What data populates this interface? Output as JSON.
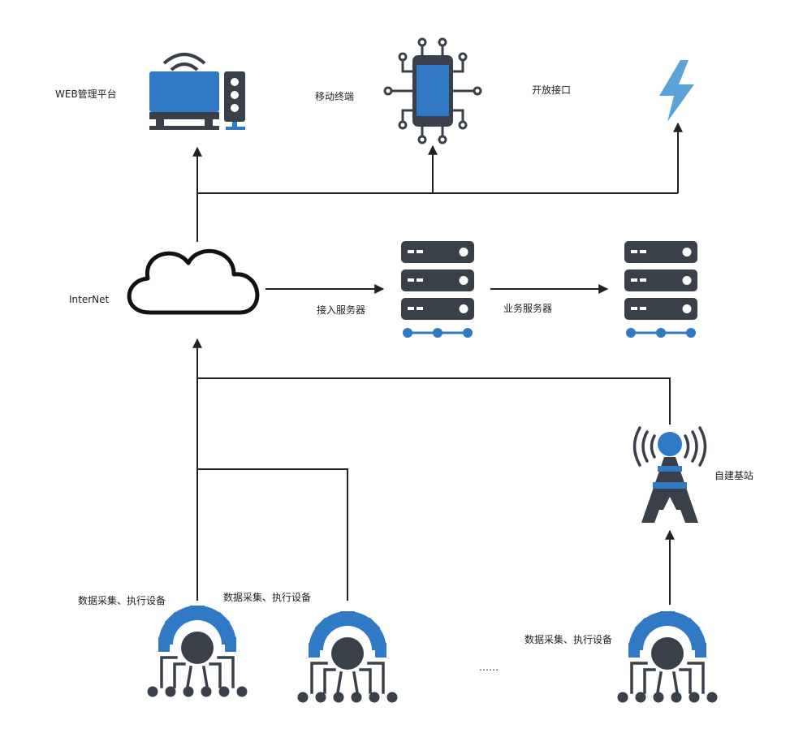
{
  "labels": {
    "web_platform": "WEB管理平台",
    "mobile_terminal": "移动终端",
    "open_api": "开放接口",
    "internet": "InterNet",
    "access_server": "接入服务器",
    "business_server": "业务服务器",
    "base_station": "自建基站",
    "device_1": "数据采集、执行设备",
    "device_2": "数据采集、执行设备",
    "device_3": "数据采集、执行设备",
    "ellipsis": "……"
  },
  "icons": {
    "web_platform": "desktop-computer-icon",
    "mobile_terminal": "mobile-phone-circuit-icon",
    "open_api": "lightning-bolt-icon",
    "internet": "cloud-icon",
    "access_server": "server-rack-icon",
    "business_server": "server-rack-icon",
    "base_station": "radio-tower-icon",
    "device": "gear-circuit-icon"
  },
  "colors": {
    "accent_blue": "#2f79c5",
    "dark_gray": "#3a4049",
    "bolt_blue": "#5aa3d8",
    "line": "#222222"
  }
}
